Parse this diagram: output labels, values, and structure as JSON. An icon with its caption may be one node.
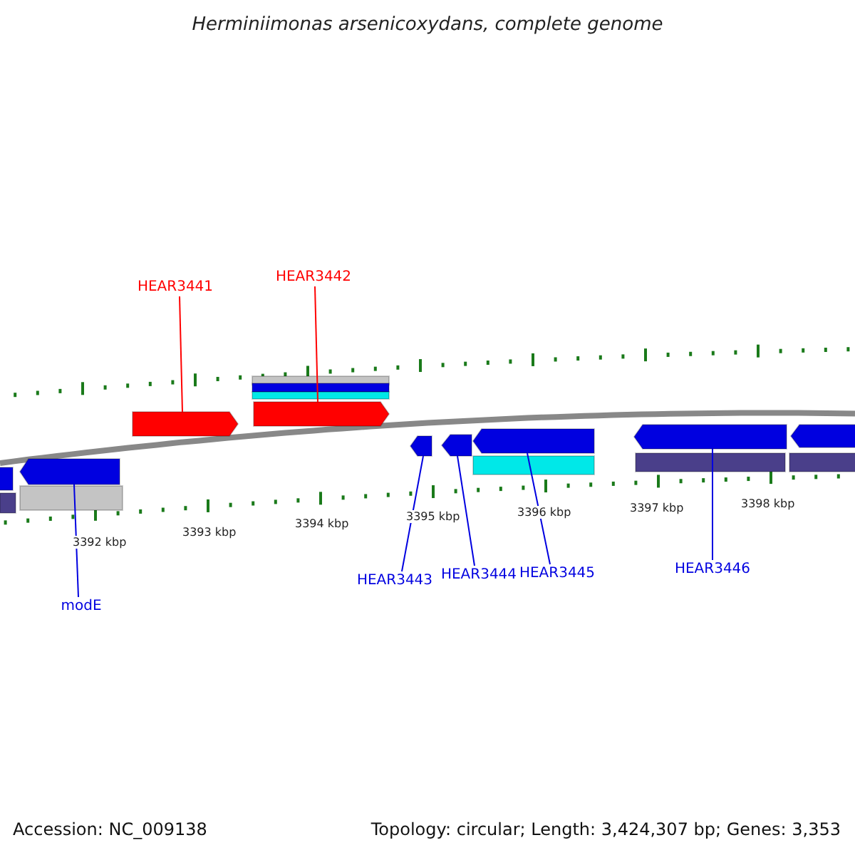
{
  "diagram": {
    "title": "Herminiimonas arsenicoxydans, complete genome",
    "nodes": [
      {
        "text": [
          "HEAR3441"
        ]
      },
      {
        "text": [],
        "shape": "arrow"
      },
      {
        "text": [
          "HEAR3442"
        ]
      },
      {
        "text": [],
        "shape": "arrow"
      },
      {
        "text": [
          "modE"
        ]
      },
      {
        "text": [],
        "shape": "arrow"
      },
      {
        "text": [
          "HEAR3443"
        ]
      },
      {
        "text": [],
        "shape": "arrow"
      },
      {
        "text": [
          "HEAR3444"
        ]
      },
      {
        "text": [],
        "shape": "arrow"
      },
      {
        "text": [
          "HEAR3445"
        ]
      },
      {
        "text": [],
        "shape": "arrow"
      },
      {
        "text": [
          "HEAR3446"
        ]
      },
      {
        "text": [],
        "shape": "arrow"
      },
      {
        "text": [],
        "shape": "arrow"
      },
      {
        "text": [],
        "shape": "bar"
      },
      {
        "text": [],
        "shape": "bar"
      },
      {
        "text": [],
        "shape": "bar"
      },
      {
        "text": [],
        "shape": "bar"
      },
      {
        "text": [],
        "shape": "bar"
      },
      {
        "text": [],
        "shape": "bar"
      },
      {
        "text": [],
        "shape": "bar"
      },
      {
        "text": [],
        "shape": "bar"
      },
      {
        "text": [],
        "shape": "arrow"
      }
    ],
    "edges": [
      {
        "from": 0,
        "to": 1,
        "arrow": "none",
        "color": "#ff0000"
      },
      {
        "from": 2,
        "to": 3,
        "arrow": "none",
        "color": "#ff0000"
      },
      {
        "from": 4,
        "to": 5,
        "arrow": "none"
      },
      {
        "from": 6,
        "to": 7,
        "arrow": "none"
      },
      {
        "from": 8,
        "to": 9,
        "arrow": "none"
      },
      {
        "from": 10,
        "to": 11,
        "arrow": "none"
      },
      {
        "from": 12,
        "to": 13,
        "arrow": "none"
      }
    ],
    "labels": [
      "3392 kbp",
      "3393 kbp",
      "3394 kbp",
      "3395 kbp",
      "3396 kbp",
      "3397 kbp",
      "3398 kbp",
      "Accession: NC_009138",
      "Topology: circular; Length: 3,424,307 bp; Genes: 3,353"
    ]
  }
}
